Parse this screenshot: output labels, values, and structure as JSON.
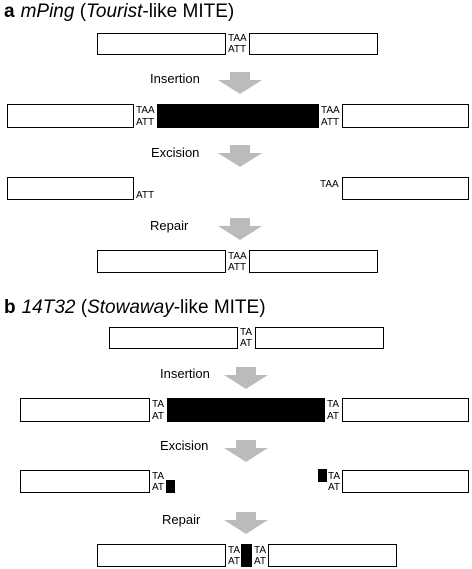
{
  "panel_a": {
    "letter": "a",
    "name": "mPing",
    "paren_open": "(",
    "family": "Tourist",
    "suffix": "-like MITE)",
    "seq_top": "TAA",
    "seq_bottom": "ATT",
    "steps": {
      "insertion": "Insertion",
      "excision": "Excision",
      "repair": "Repair"
    }
  },
  "panel_b": {
    "letter": "b",
    "name": "14T32",
    "paren_open": "(",
    "family": "Stowaway",
    "suffix": "-like MITE)",
    "seq_top": "TA",
    "seq_bottom": "AT",
    "steps": {
      "insertion": "Insertion",
      "excision": "Excision",
      "repair": "Repair"
    }
  },
  "colors": {
    "arrow": "#bbbbbb",
    "element": "#000000",
    "outline": "#000000"
  }
}
